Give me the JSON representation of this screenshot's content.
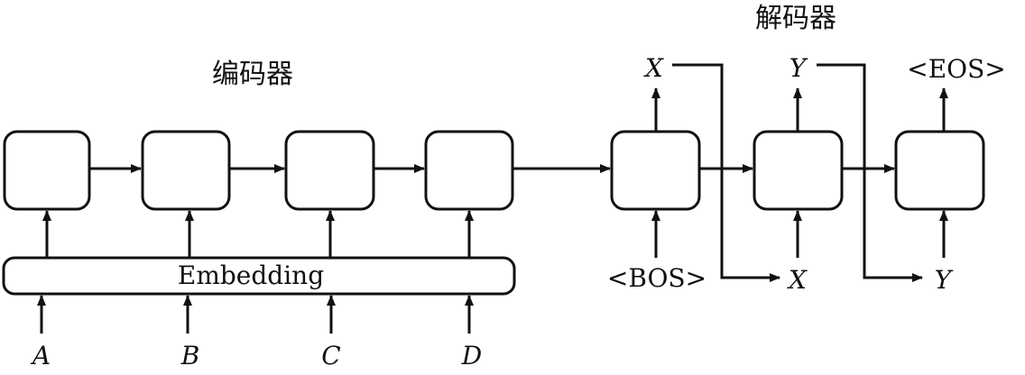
{
  "encoder_title": "编码器",
  "decoder_title": "解码器",
  "embedding_label": "Embedding",
  "inputs": [
    "A",
    "B",
    "C",
    "D"
  ],
  "decoder_inputs": {
    "start": "<BOS>"
  },
  "decoder_outputs": [
    "X",
    "Y",
    "<EOS>"
  ],
  "decoder_feedback": [
    "X",
    "Y"
  ],
  "colors": {
    "stroke": "#111111",
    "box_fill": "#ffffff"
  }
}
